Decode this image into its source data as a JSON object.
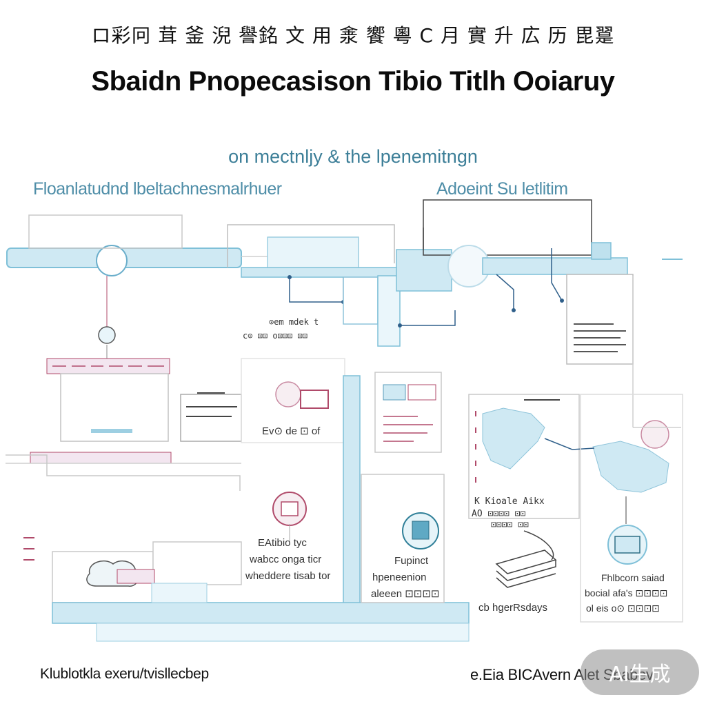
{
  "header": {
    "top_line": "ロ彩冋 茸 釜 淣 譽銘 文 用 淾 饗 粵 C 月 實 升 広 历 毘翨",
    "title": "Sbaidn Pnopecasison Tibio Titlh Ooiaruy",
    "subtitle": "on mectnljy & the lpenemitngn"
  },
  "sections": {
    "left": "Floanlatudnd lbeltachnesmalrhuer",
    "right": "Adoeint Su letlitim"
  },
  "labels": {
    "node_a_line1": "⊙em mdek t",
    "node_a_line2": "c⊙ ⊡⊡ o⊡⊡⊡ ⊡⊡",
    "center_panel": "Ev⊙ de ⊡ of",
    "card_mid_line1": "EAtibio tyc",
    "card_mid_line2": "wabcc onga ticr",
    "card_mid_line3": "wheddere tisab tor",
    "card_lower_line1": "Fupinct",
    "card_lower_line2": "hpeneenion",
    "card_lower_line3": "aleeen ⊡⊡⊡⊡",
    "map_note_line1": "K Kioale Aikx",
    "map_note_line2": "AO ⊡⊡⊡⊡ ⊡⊡",
    "map_note_line3": "⊡⊡⊡⊡ ⊡⊡",
    "book_caption": "cb hgerRsdays",
    "right_note_line1": "Fhlbcorn saiad",
    "right_note_line2": "bocial afa's ⊡⊡⊡⊡",
    "right_note_line3": "ol eis o⊙ ⊡⊡⊡⊡"
  },
  "footer": {
    "left": "Klublotkla exeru/tvisllecbep",
    "right": "e.Eia BICAvern Alet Sbabev"
  },
  "badge": {
    "text": "AI生成"
  },
  "colors": {
    "accent_blue": "#7fc0d8",
    "light_blue": "#cfe9f3",
    "line_blue": "#2f5f8a",
    "pink_accent": "#b04a6a",
    "teal_text": "#4f8ea8"
  }
}
